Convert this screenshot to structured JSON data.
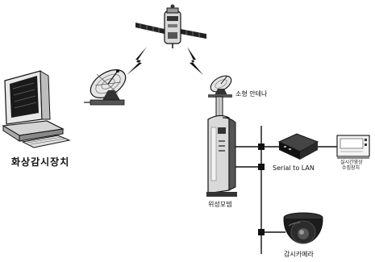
{
  "labels": {
    "monitor": "화상감시장치",
    "small_antenna": "소형 안테나",
    "modem": "위성모뎀",
    "converter": "Serial to LAN",
    "device_line1": "실시간영상",
    "device_line2": "수집장치",
    "camera": "감시카메라"
  },
  "colors": {
    "ink": "#111111",
    "shade": "#444444",
    "light": "#cfcfcf",
    "paper": "#ffffff"
  },
  "icons": [
    "satellite-icon",
    "lightning-icon",
    "dish-antenna-icon",
    "computer-monitor-icon",
    "satellite-modem-icon",
    "network-converter-icon",
    "data-device-icon",
    "dome-camera-icon"
  ]
}
